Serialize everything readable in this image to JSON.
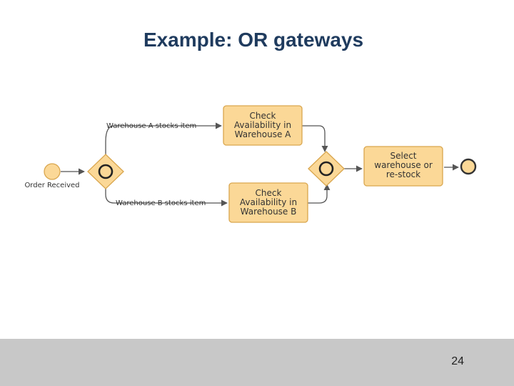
{
  "slide": {
    "title": "Example: OR gateways",
    "page_number": "24"
  },
  "diagram": {
    "colors": {
      "task_fill": "#fbd897",
      "task_stroke": "#d9a64e",
      "event_fill": "#fbd897",
      "event_stroke": "#d9a64e",
      "gateway_fill": "#fbd897",
      "gateway_stroke": "#d9a64e",
      "flow": "#555555",
      "text": "#333333"
    },
    "start_event": {
      "label": "Order Received"
    },
    "split_gateway": {
      "type": "OR"
    },
    "flow_a": {
      "label": "Warehouse A stocks item"
    },
    "flow_b": {
      "label": "Warehouse B stocks item"
    },
    "task_a": {
      "lines": [
        "Check",
        "Availability in",
        "Warehouse A"
      ]
    },
    "task_b": {
      "lines": [
        "Check",
        "Availability in",
        "Warehouse B"
      ]
    },
    "join_gateway": {
      "type": "OR"
    },
    "task_select": {
      "lines": [
        "Select",
        "warehouse or",
        "re-stock"
      ]
    },
    "end_event": {
      "label": ""
    }
  }
}
